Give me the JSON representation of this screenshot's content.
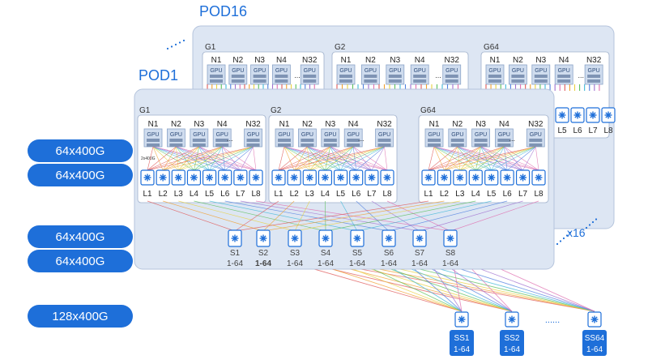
{
  "bandwidth_pills": [
    "64x400G",
    "64x400G",
    "64x400G",
    "64x400G",
    "128x400G"
  ],
  "pods": {
    "front": "POD1",
    "back": "POD16"
  },
  "pod_count": "x16",
  "groups": [
    "G1",
    "G2",
    "G64"
  ],
  "nodes": [
    "N1",
    "N2",
    "N3",
    "N4",
    "N32"
  ],
  "gpu_label": "GPU",
  "ellipsis": "...",
  "link_label": "2x400G",
  "leaves": [
    "L1",
    "L2",
    "L3",
    "L4",
    "L5",
    "L6",
    "L7",
    "L8"
  ],
  "back_leaves_visible": [
    "L5",
    "L6",
    "L7",
    "L8"
  ],
  "spines": [
    "S1",
    "S2",
    "S3",
    "S4",
    "S5",
    "S6",
    "S7",
    "S8"
  ],
  "spine_range": "1-64",
  "superspines": [
    "SS1",
    "SS2",
    "SS64"
  ],
  "superspine_range": "1-64",
  "superspine_dots": "......",
  "colors": {
    "accent": "#1e6fd9",
    "pod_fill": "#dde6f3",
    "group_fill": "#ffffff",
    "switch_fill": "#1e6fd9",
    "rail": [
      "#e05a5a",
      "#f0a030",
      "#e8d040",
      "#5cc05c",
      "#40b8d8",
      "#5080e0",
      "#a070d0",
      "#e070b0"
    ]
  }
}
